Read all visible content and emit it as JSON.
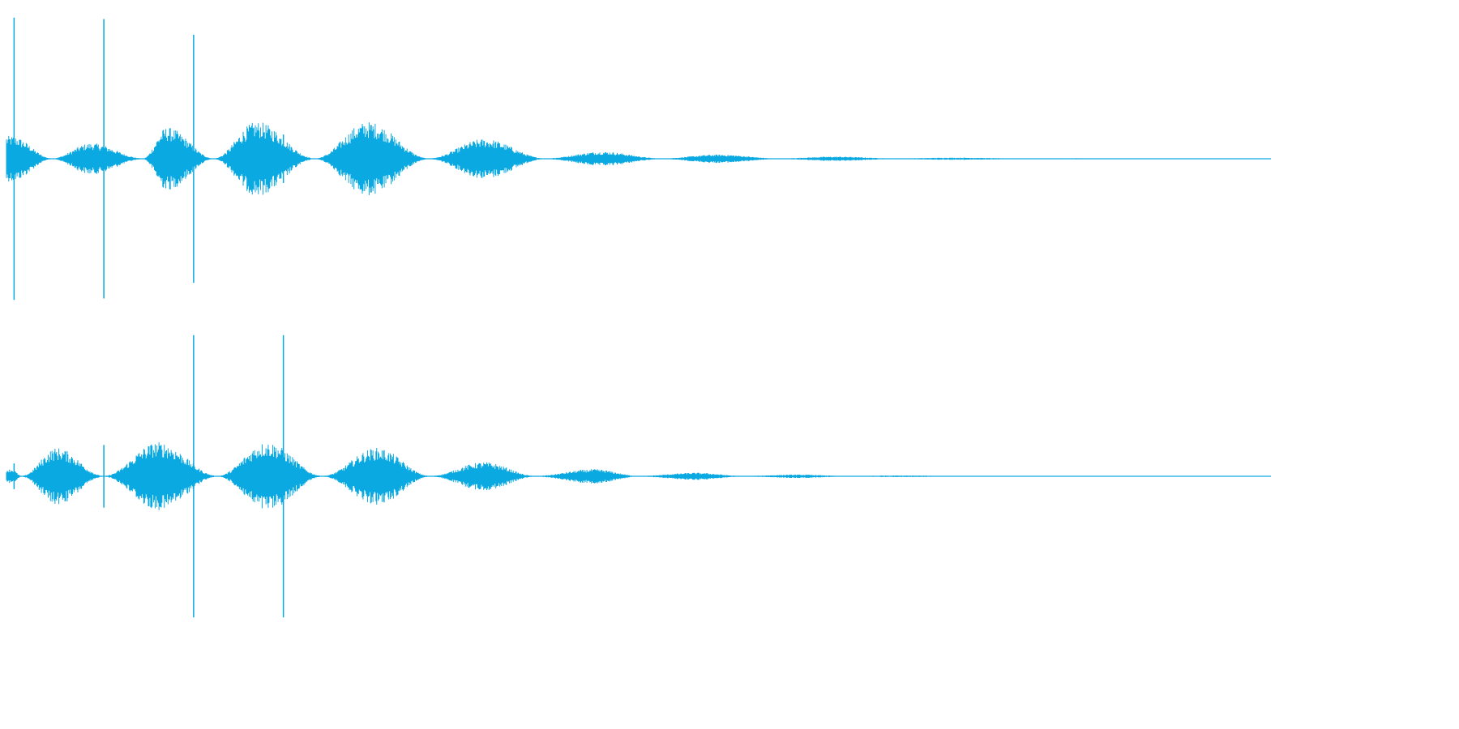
{
  "colors": {
    "background": "#ffffff",
    "waveform": "#0aa9e2"
  },
  "chart_data": {
    "type": "waveform",
    "title": "",
    "xlabel": "",
    "ylabel": "",
    "grid": false,
    "legend": "none",
    "x_range": [
      0,
      1
    ],
    "y_range": [
      -1,
      1
    ],
    "channels": [
      {
        "envelope_peaks": [
          {
            "t": 0.004,
            "amp": 0.16
          },
          {
            "t": 0.067,
            "amp": 0.11
          },
          {
            "t": 0.127,
            "amp": 0.22
          },
          {
            "t": 0.198,
            "amp": 0.26
          },
          {
            "t": 0.286,
            "amp": 0.26
          },
          {
            "t": 0.378,
            "amp": 0.14
          },
          {
            "t": 0.471,
            "amp": 0.05
          },
          {
            "t": 0.563,
            "amp": 0.03
          },
          {
            "t": 0.656,
            "amp": 0.015
          },
          {
            "t": 0.75,
            "amp": 0.008
          },
          {
            "t": 0.845,
            "amp": 0.004
          }
        ],
        "envelope_nulls": [
          0.036,
          0.108,
          0.164,
          0.244,
          0.334,
          0.426,
          0.518,
          0.61,
          0.704,
          0.8,
          0.9
        ],
        "noise_end": 0.9,
        "spikes": [
          {
            "t": 0.006,
            "amp": 0.99
          },
          {
            "t": 0.077,
            "amp": 0.98
          },
          {
            "t": 0.148,
            "amp": 0.87
          },
          {
            "t": 0.219,
            "amp": 0.17
          }
        ]
      },
      {
        "envelope_peaks": [
          {
            "t": 0.004,
            "amp": 0.05
          },
          {
            "t": 0.04,
            "amp": 0.2
          },
          {
            "t": 0.12,
            "amp": 0.24
          },
          {
            "t": 0.206,
            "amp": 0.24
          },
          {
            "t": 0.293,
            "amp": 0.2
          },
          {
            "t": 0.378,
            "amp": 0.1
          },
          {
            "t": 0.465,
            "amp": 0.05
          },
          {
            "t": 0.546,
            "amp": 0.025
          },
          {
            "t": 0.626,
            "amp": 0.012
          },
          {
            "t": 0.708,
            "amp": 0.006
          }
        ],
        "envelope_nulls": [
          0.012,
          0.077,
          0.167,
          0.25,
          0.335,
          0.418,
          0.5,
          0.582,
          0.664,
          0.75
        ],
        "noise_end": 0.75,
        "spikes": [
          {
            "t": 0.006,
            "amp": 0.09
          },
          {
            "t": 0.077,
            "amp": 0.22
          },
          {
            "t": 0.148,
            "amp": 0.99
          },
          {
            "t": 0.219,
            "amp": 0.99
          }
        ]
      }
    ]
  }
}
